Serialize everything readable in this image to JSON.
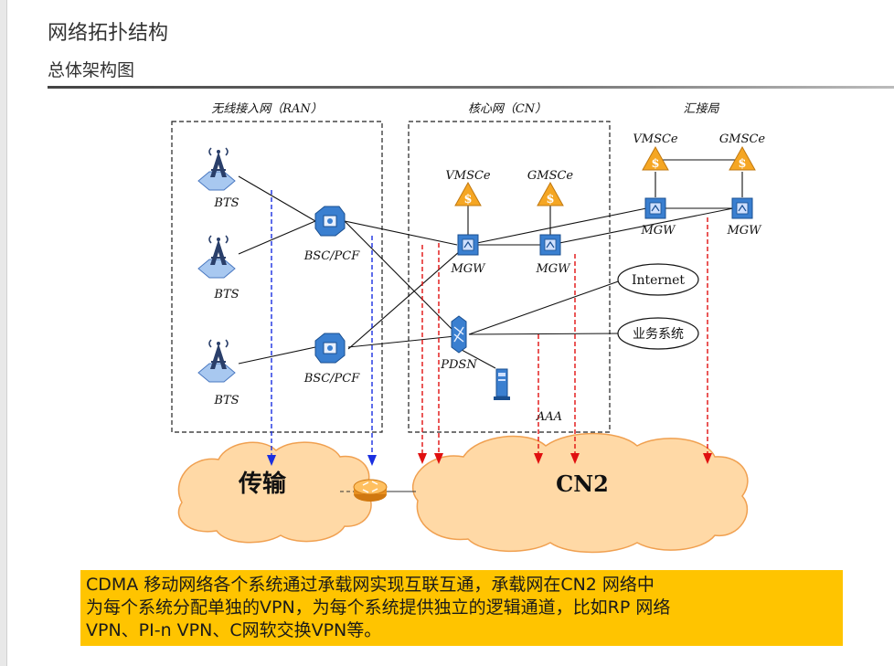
{
  "header": {
    "title": "网络拓扑结构",
    "subtitle": "总体架构图"
  },
  "diagram": {
    "regions": {
      "ran": "无线接入网（RAN）",
      "cn": "核心网（CN）",
      "tandem": "汇接局"
    },
    "nodes": {
      "bts": "BTS",
      "bsc_pcf": "BSC/PCF",
      "vmsce": "VMSCe",
      "gmsce": "GMSCe",
      "mgw": "MGW",
      "pdsn": "PDSN",
      "aaa": "AAA",
      "internet": "Internet",
      "business_system": "业务系统"
    },
    "clouds": {
      "transport": "传输",
      "cn2": "CN2"
    },
    "colors": {
      "blue_link": "#1a2fe0",
      "red_link": "#e01010",
      "cloud_fill": "#ffd9a6",
      "cloud_stroke": "#f0a050",
      "warning_triangle": "#f5a623",
      "node_blue": "#2f7fd0"
    }
  },
  "caption": {
    "line1": "CDMA 移动网络各个系统通过承载网实现互联互通，承载网在CN2 网络中",
    "line2": "为每个系统分配单独的VPN，为每个系统提供独立的逻辑通道，比如RP 网络",
    "line3": "VPN、PI-n VPN、C网软交换VPN等。"
  }
}
